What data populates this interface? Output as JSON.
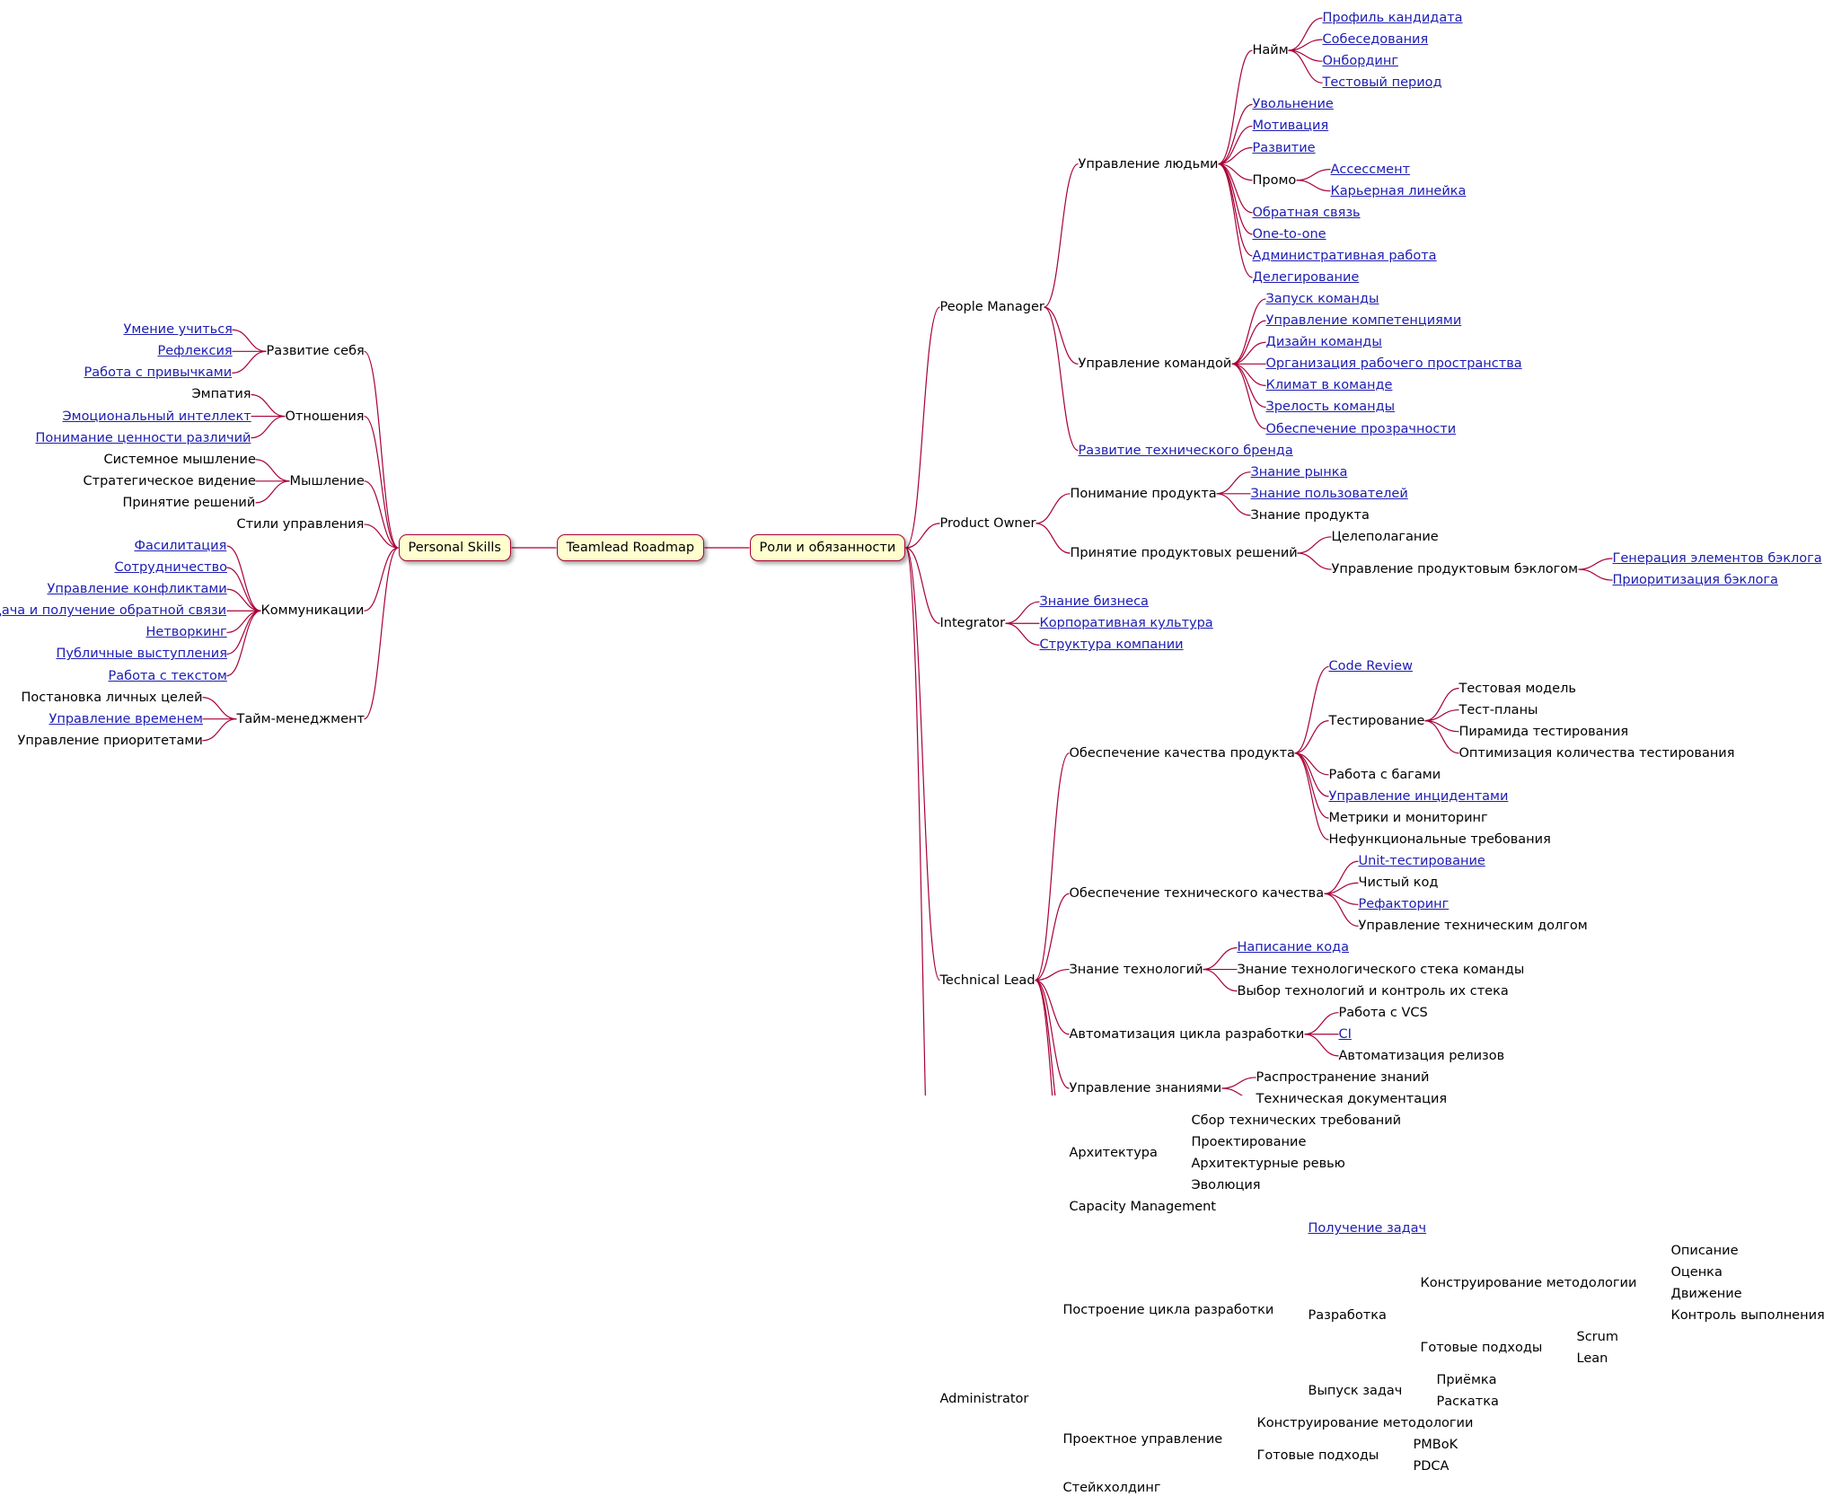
{
  "root": {
    "text": "Teamlead Roadmap",
    "left": [
      {
        "text": "Personal Skills",
        "children": [
          {
            "text": "Развитие себя",
            "children": [
              {
                "text": "Умение учиться",
                "link": true
              },
              {
                "text": "Рефлексия",
                "link": true
              },
              {
                "text": "Работа с привычками",
                "link": true
              }
            ]
          },
          {
            "text": "Отношения",
            "children": [
              {
                "text": "Эмпатия"
              },
              {
                "text": "Эмоциональный интеллект",
                "link": true
              },
              {
                "text": "Понимание ценности различий",
                "link": true
              }
            ]
          },
          {
            "text": "Мышление",
            "children": [
              {
                "text": "Системное мышление"
              },
              {
                "text": "Стратегическое видение"
              },
              {
                "text": "Принятие решений"
              }
            ]
          },
          {
            "text": "Стили управления"
          },
          {
            "text": "Коммуникации",
            "children": [
              {
                "text": "Фасилитация",
                "link": true
              },
              {
                "text": "Сотрудничество",
                "link": true
              },
              {
                "text": "Управление конфликтами",
                "link": true
              },
              {
                "text": "Дача и получение обратной связи",
                "link": true
              },
              {
                "text": "Нетворкинг",
                "link": true
              },
              {
                "text": "Публичные выступления",
                "link": true
              },
              {
                "text": "Работа с текстом",
                "link": true
              }
            ]
          },
          {
            "text": "Тайм-менеджмент",
            "children": [
              {
                "text": "Постановка личных целей"
              },
              {
                "text": "Управление временем",
                "link": true
              },
              {
                "text": "Управление приоритетами"
              }
            ]
          }
        ]
      }
    ],
    "right": [
      {
        "text": "Роли и обязанности",
        "children": [
          {
            "text": "People Manager",
            "children": [
              {
                "text": "Управление людьми",
                "children": [
                  {
                    "text": "Найм",
                    "children": [
                      {
                        "text": "Профиль кандидата",
                        "link": true
                      },
                      {
                        "text": "Собеседования",
                        "link": true
                      },
                      {
                        "text": "Онбординг",
                        "link": true
                      },
                      {
                        "text": "Тестовый период",
                        "link": true
                      }
                    ]
                  },
                  {
                    "text": "Увольнение",
                    "link": true
                  },
                  {
                    "text": "Мотивация",
                    "link": true
                  },
                  {
                    "text": "Развитие",
                    "link": true
                  },
                  {
                    "text": "Промо",
                    "children": [
                      {
                        "text": "Ассессмент",
                        "link": true
                      },
                      {
                        "text": "Карьерная линейка",
                        "link": true
                      }
                    ]
                  },
                  {
                    "text": "Обратная связь",
                    "link": true
                  },
                  {
                    "text": "One-to-one",
                    "link": true
                  },
                  {
                    "text": "Административная работа",
                    "link": true
                  },
                  {
                    "text": "Делегирование",
                    "link": true
                  }
                ]
              },
              {
                "text": "Управление командой",
                "children": [
                  {
                    "text": "Запуск команды",
                    "link": true
                  },
                  {
                    "text": "Управление компетенциями",
                    "link": true
                  },
                  {
                    "text": "Дизайн команды",
                    "link": true
                  },
                  {
                    "text": "Организация рабочего пространства",
                    "link": true
                  },
                  {
                    "text": "Климат в команде",
                    "link": true
                  },
                  {
                    "text": "Зрелость команды",
                    "link": true
                  },
                  {
                    "text": "Обеспечение прозрачности",
                    "link": true
                  }
                ]
              },
              {
                "text": "Развитие технического бренда",
                "link": true
              }
            ]
          },
          {
            "text": "Product Owner",
            "children": [
              {
                "text": "Понимание продукта",
                "children": [
                  {
                    "text": "Знание рынка",
                    "link": true
                  },
                  {
                    "text": "Знание пользователей",
                    "link": true
                  },
                  {
                    "text": "Знание продукта"
                  }
                ]
              },
              {
                "text": "Принятие продуктовых решений",
                "children": [
                  {
                    "text": "Целеполагание"
                  },
                  {
                    "text": "Управление продуктовым бэклогом",
                    "children": [
                      {
                        "text": "Генерация элементов бэклога",
                        "link": true
                      },
                      {
                        "text": "Приоритизация бэклога",
                        "link": true
                      }
                    ]
                  }
                ]
              }
            ]
          },
          {
            "text": "Integrator",
            "children": [
              {
                "text": "Знание бизнеса",
                "link": true
              },
              {
                "text": "Корпоративная культура",
                "link": true
              },
              {
                "text": "Структура компании",
                "link": true
              }
            ]
          },
          {
            "text": "Technical Lead",
            "children": [
              {
                "text": "Обеспечение качества продукта",
                "children": [
                  {
                    "text": "Code Review",
                    "link": true
                  },
                  {
                    "text": "Тестирование",
                    "children": [
                      {
                        "text": "Тестовая модель"
                      },
                      {
                        "text": "Тест-планы"
                      },
                      {
                        "text": "Пирамида тестирования"
                      },
                      {
                        "text": "Оптимизация количества тестирования"
                      }
                    ]
                  },
                  {
                    "text": "Работа с багами"
                  },
                  {
                    "text": "Управление инцидентами",
                    "link": true
                  },
                  {
                    "text": "Метрики и мониторинг"
                  },
                  {
                    "text": "Нефункциональные требования"
                  }
                ]
              },
              {
                "text": "Обеспечение технического качества",
                "children": [
                  {
                    "text": "Unit-тестирование",
                    "link": true
                  },
                  {
                    "text": "Чистый код"
                  },
                  {
                    "text": "Рефакторинг",
                    "link": true
                  },
                  {
                    "text": "Управление техническим долгом"
                  }
                ]
              },
              {
                "text": "Знание технологий",
                "children": [
                  {
                    "text": "Написание кода",
                    "link": true
                  },
                  {
                    "text": "Знание технологического стека команды"
                  },
                  {
                    "text": "Выбор технологий и контроль их стека"
                  }
                ]
              },
              {
                "text": "Автоматизация цикла разработки",
                "children": [
                  {
                    "text": "Работа с VCS"
                  },
                  {
                    "text": "CI",
                    "link": true
                  },
                  {
                    "text": "Автоматизация релизов"
                  }
                ]
              },
              {
                "text": "Управление знаниями",
                "children": [
                  {
                    "text": "Распространение знаний"
                  },
                  {
                    "text": "Техническая документация"
                  }
                ]
              },
              {
                "text": "Архитектура",
                "children": [
                  {
                    "text": "Сбор технических требований"
                  },
                  {
                    "text": "Проектирование"
                  },
                  {
                    "text": "Архитектурные ревью"
                  },
                  {
                    "text": "Эволюция"
                  }
                ]
              },
              {
                "text": "Capacity Management"
              }
            ]
          },
          {
            "text": "Administrator",
            "children": [
              {
                "text": "Построение цикла разработки",
                "children": [
                  {
                    "text": "Получение задач",
                    "link": true
                  },
                  {
                    "text": "Разработка",
                    "children": [
                      {
                        "text": "Конструирование методологии",
                        "children": [
                          {
                            "text": "Описание"
                          },
                          {
                            "text": "Оценка"
                          },
                          {
                            "text": "Движение"
                          },
                          {
                            "text": "Контроль выполнения"
                          }
                        ]
                      },
                      {
                        "text": "Готовые подходы",
                        "children": [
                          {
                            "text": "Scrum"
                          },
                          {
                            "text": "Lean"
                          }
                        ]
                      }
                    ]
                  },
                  {
                    "text": "Выпуск задач",
                    "children": [
                      {
                        "text": "Приёмка"
                      },
                      {
                        "text": "Раскатка"
                      }
                    ]
                  }
                ]
              },
              {
                "text": "Проектное управление",
                "children": [
                  {
                    "text": "Конструирование методологии"
                  },
                  {
                    "text": "Готовые подходы",
                    "children": [
                      {
                        "text": "PMBoK"
                      },
                      {
                        "text": "PDCA"
                      }
                    ]
                  }
                ]
              },
              {
                "text": "Стейкхолдинг"
              }
            ]
          }
        ]
      }
    ]
  }
}
